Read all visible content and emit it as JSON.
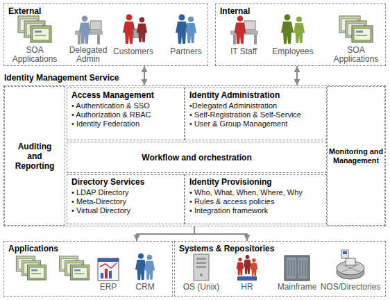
{
  "diagram": {
    "nodes": [
      {
        "text": [
          "External"
        ]
      },
      {
        "text": [
          "Internal"
        ]
      },
      {
        "text": [
          "Identity Management Service"
        ]
      },
      {
        "text": [
          "Auditing and Reporting"
        ],
        "in": 2
      },
      {
        "text": [
          "Access Management",
          "• Authentication & SSO",
          "• Authorization & RBAC",
          "• Identity Federation"
        ],
        "in": 2
      },
      {
        "text": [
          "Identity Administration",
          "•Delegated Administration",
          "• Self-Registration & Self-Service",
          "• User & Group Management"
        ],
        "in": 2
      },
      {
        "text": [
          "Monitoring and Management"
        ],
        "in": 2
      },
      {
        "text": [
          "Workflow and orchestration"
        ],
        "in": 2
      },
      {
        "text": [
          "Directory Services",
          "• LDAP Directory",
          "• Meta-Directory",
          "• Virtual Directory"
        ],
        "in": 2
      },
      {
        "text": [
          "Identity Provisioning",
          "• Who, What, When, Where, Why",
          "• Rules & access policies",
          "• Integration framework"
        ],
        "in": 2
      },
      {
        "text": [
          "Applications"
        ]
      },
      {
        "text": [
          "Systems & Repositories"
        ]
      }
    ],
    "edges": [
      {
        "from": 0,
        "to": 2,
        "arrow": "both"
      },
      {
        "from": 1,
        "to": 2,
        "arrow": "both"
      },
      {
        "from": 2,
        "to": 10,
        "arrow": "to"
      },
      {
        "from": 2,
        "to": 11,
        "arrow": "to"
      }
    ],
    "labels": [
      "SOA Applications",
      "Delegated Admin",
      "Customers",
      "Partners",
      "IT Staff",
      "Employees",
      "SOA Applications",
      "ERP",
      "CRM",
      "OS (Unix)",
      "HR",
      "Mainframe",
      "NOS/Directories"
    ]
  }
}
